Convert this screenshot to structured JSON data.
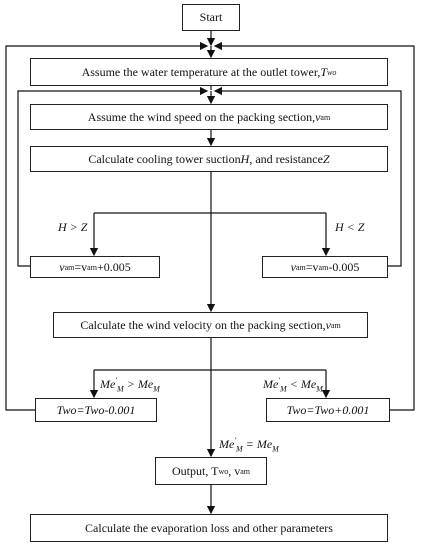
{
  "diagram": {
    "nodes": {
      "start": "Start",
      "assume_water_temp": "Assume the water temperature at the outlet tower, ",
      "assume_water_temp_var": "T",
      "assume_water_temp_sub": "wo",
      "assume_wind": "Assume the wind speed on the packing section, ",
      "assume_wind_var": "v",
      "assume_wind_sub": "am",
      "calc_suction_a": "Calculate cooling tower suction ",
      "calc_suction_h": "H",
      "calc_suction_b": ", and resistance ",
      "calc_suction_z": "Z",
      "v_plus_text": "=v",
      "v_plus_tail": "+0.005",
      "v_minus_text": "=v",
      "v_minus_tail": "-0.005",
      "calc_wind_velocity": "Calculate the wind velocity on the packing section, ",
      "calc_wind_velocity_var": "v",
      "calc_wind_velocity_sub": "am",
      "two_minus": "Two=Two-0.001",
      "two_plus": "Two=Two+0.001",
      "output_a": "Output, T",
      "output_sub1": "wo",
      "output_b": ", v",
      "output_sub2": "am",
      "evaporation": "Calculate the evaporation loss and other parameters"
    },
    "labels": {
      "h_gt_z": "H > Z",
      "h_lt_z": "H < Z",
      "me_gt": "Me",
      "me_gt_op": " > Me",
      "me_lt": "Me",
      "me_lt_op": " < Me",
      "me_eq": "Me",
      "me_eq_op": " = Me",
      "sub_m": "M"
    }
  }
}
